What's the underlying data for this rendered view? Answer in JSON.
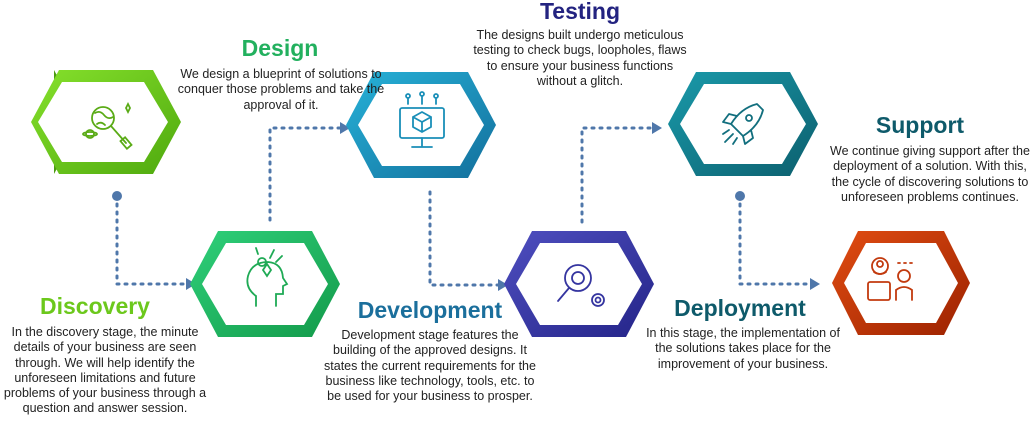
{
  "stages": [
    {
      "title": "Discovery",
      "description": "In the discovery stage, the minute details of your business are seen through. We will help identify the unforeseen limitations and future problems of your business through a question and answer session.",
      "color": "#6cc81c",
      "icon": "magnifier-globe-icon"
    },
    {
      "title": "Design",
      "description": "We design a blueprint of solutions to conquer those problems and take the approval of it.",
      "color": "#22b05e",
      "icon": "head-ideas-icon"
    },
    {
      "title": "Development",
      "description": "Development stage features the building of the approved designs. It states the current requirements for the business like technology, tools, etc. to be used for your business to prosper.",
      "color": "#1b98c2",
      "icon": "monitor-cube-icon"
    },
    {
      "title": "Testing",
      "description": "The designs built undergo meticulous testing to check bugs, loopholes, flaws to ensure your business functions without a glitch.",
      "color": "#3a3aa8",
      "icon": "magnifier-gear-icon"
    },
    {
      "title": "Deployment",
      "description": "In this stage, the implementation of the solutions takes place for the improvement of your business.",
      "color": "#137f8f",
      "icon": "rocket-icon"
    },
    {
      "title": "Support",
      "description": "We continue giving support after the deployment of a solution. With this, the cycle of discovering solutions to unforeseen problems continues.",
      "color": "#c8360a",
      "icon": "support-agent-icon"
    }
  ],
  "connector_color": "#4f77aa"
}
